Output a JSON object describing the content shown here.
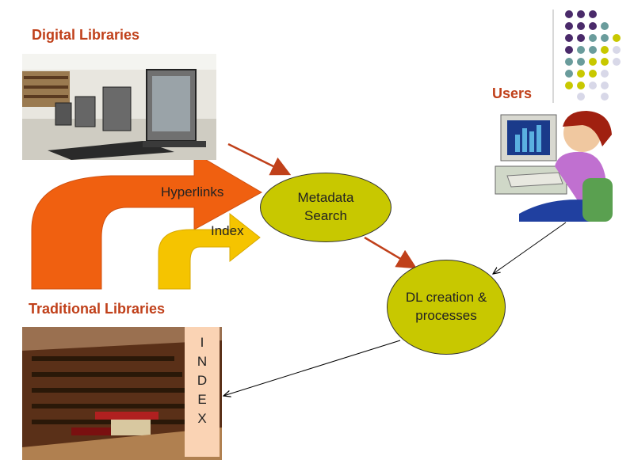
{
  "labels": {
    "digital_libraries": "Digital Libraries",
    "traditional_libraries": "Traditional Libraries",
    "users": "Users"
  },
  "nodes": {
    "metadata_search_line1": "Metadata",
    "metadata_search_line2": "Search",
    "dl_creation_line1": "DL creation &",
    "dl_creation_line2": "processes"
  },
  "arrows": {
    "hyperlinks": "Hyperlinks",
    "index": "Index"
  },
  "index_letters": [
    "I",
    "N",
    "D",
    "E",
    "X"
  ],
  "colors": {
    "label_red": "#c0401a",
    "ellipse_fill": "#c8c800",
    "orange_arrow": "#f06010",
    "yellow_arrow": "#f5c400",
    "connector_red": "#c0401a",
    "index_bg": "#fad3b4",
    "dot_purple": "#4a2a6a",
    "dot_teal": "#6a9c9c",
    "dot_yellow": "#c8c800",
    "dot_lavender": "#d8d8e8"
  }
}
